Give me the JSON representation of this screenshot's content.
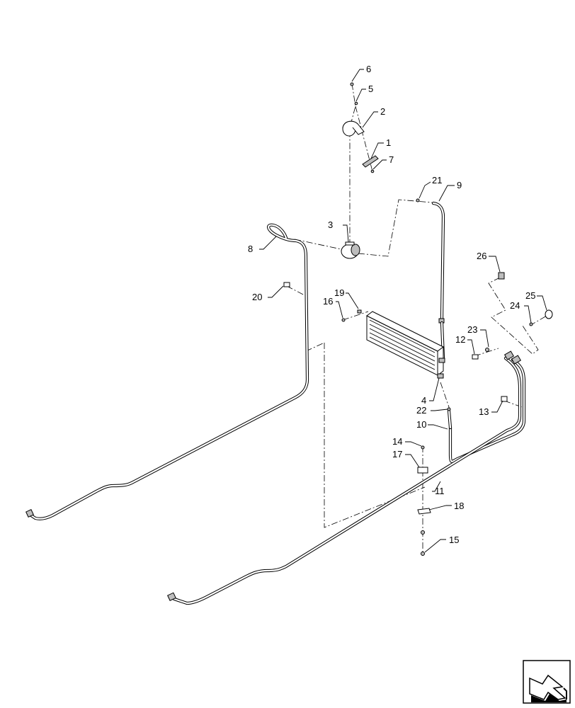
{
  "callouts": {
    "c1": "1",
    "c2": "2",
    "c3": "3",
    "c4": "4",
    "c5": "5",
    "c6": "6",
    "c7": "7",
    "c8": "8",
    "c9": "9",
    "c10": "10",
    "c11": "11",
    "c12": "12",
    "c13": "13",
    "c14": "14",
    "c15": "15",
    "c16": "16",
    "c17": "17",
    "c18": "18",
    "c19": "19",
    "c20": "20",
    "c21": "21",
    "c22": "22",
    "c23": "23",
    "c24": "24",
    "c25": "25",
    "c26": "26"
  },
  "icons": {
    "nav": "next-page-arrow-icon"
  },
  "colors": {
    "line": "#000000",
    "background": "#ffffff"
  }
}
